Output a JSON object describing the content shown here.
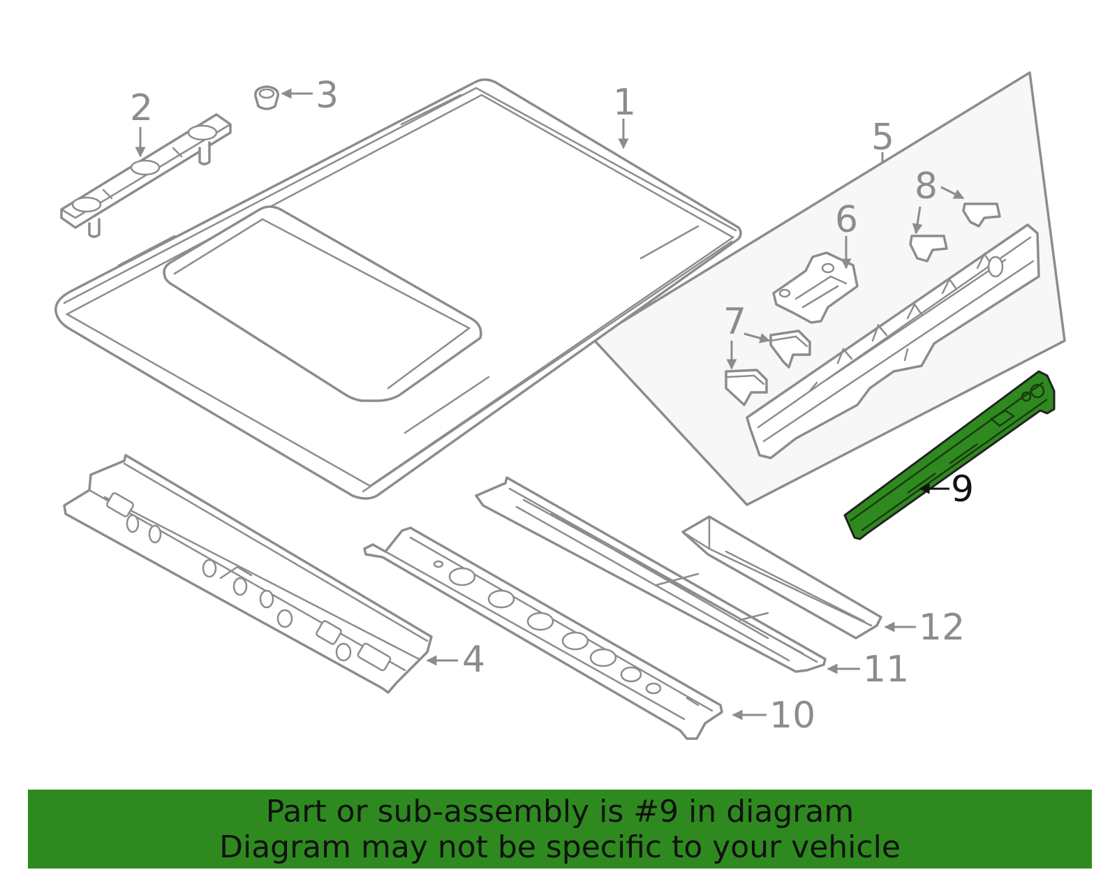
{
  "colors": {
    "highlight": "#2e8a1f",
    "banner_background": "#2e8a1f",
    "part_outline": "#8c8c8c",
    "inset_background": "#f7f7f7"
  },
  "callouts": {
    "c1": "1",
    "c2": "2",
    "c3": "3",
    "c4": "4",
    "c5": "5",
    "c6": "6",
    "c7": "7",
    "c8": "8",
    "c9": "9",
    "c10": "10",
    "c11": "11",
    "c12": "12"
  },
  "highlighted_part": "9",
  "banner": {
    "line1": "Part or sub-assembly is #9 in diagram",
    "line2": "Diagram may not be specific to your vehicle"
  }
}
